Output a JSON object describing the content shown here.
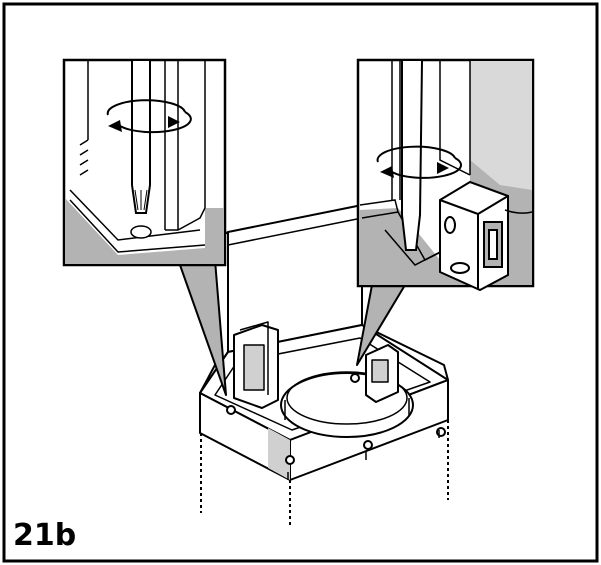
{
  "figure": {
    "label": "21b",
    "colors": {
      "ink": "#000000",
      "shade": "#b3b3b3",
      "paper": "#ffffff"
    }
  },
  "callouts": [
    {
      "id": "left-detail",
      "content": "screwdriver-turning-screw"
    },
    {
      "id": "right-detail",
      "content": "screwdriver-turning-screw-beside-connector"
    }
  ]
}
